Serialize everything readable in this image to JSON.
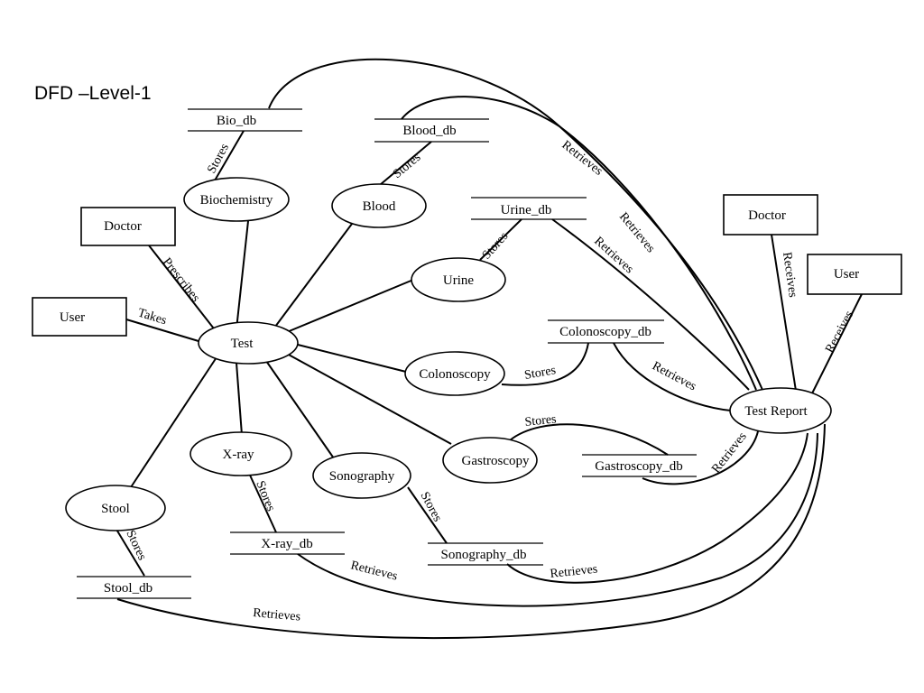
{
  "title": "DFD –Level-1",
  "processes": {
    "test": "Test",
    "biochemistry": "Biochemistry",
    "blood": "Blood",
    "urine": "Urine",
    "colonoscopy": "Colonoscopy",
    "gastroscopy": "Gastroscopy",
    "sonography": "Sonography",
    "xray": "X-ray",
    "stool": "Stool",
    "test_report": "Test Report"
  },
  "entities": {
    "doctor_left": "Doctor",
    "user_left": "User",
    "doctor_right": "Doctor",
    "user_right": "User"
  },
  "stores": {
    "bio_db": "Bio_db",
    "blood_db": "Blood_db",
    "urine_db": "Urine_db",
    "colonoscopy_db": "Colonoscopy_db",
    "gastroscopy_db": "Gastroscopy_db",
    "xray_db": "X-ray_db",
    "sonography_db": "Sonography_db",
    "stool_db": "Stool_db"
  },
  "flows": {
    "prescribes": "Prescribes",
    "takes": "Takes",
    "stores": "Stores",
    "retrieves": "Retrieves",
    "receives": "Receives"
  }
}
